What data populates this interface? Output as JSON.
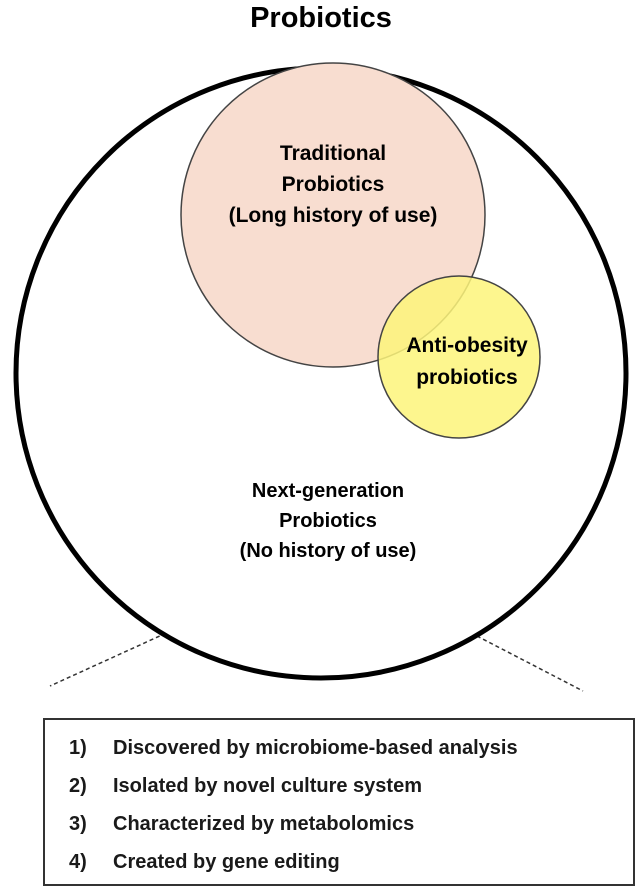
{
  "title": "Probiotics",
  "traditional": {
    "lines": [
      "Traditional",
      "Probiotics",
      "(Long history of use)"
    ],
    "color": "#f8ddd0"
  },
  "anti_obesity": {
    "lines": [
      "Anti-obesity",
      "probiotics"
    ],
    "color": "#fdf47a"
  },
  "next_generation": {
    "lines": [
      "Next-generation",
      "Probiotics",
      "(No history of use)"
    ]
  },
  "methods": [
    {
      "num": "1)",
      "label": "Discovered by microbiome-based analysis"
    },
    {
      "num": "2)",
      "label": "Isolated by novel culture system"
    },
    {
      "num": "3)",
      "label": "Characterized by metabolomics"
    },
    {
      "num": "4)",
      "label": "Created by gene editing"
    }
  ]
}
